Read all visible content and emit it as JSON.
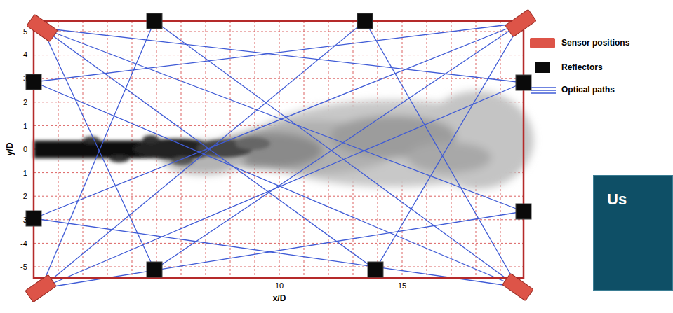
{
  "diagram": {
    "nodes": [
      {
        "text": [
          "Us"
        ]
      }
    ],
    "labels": [
      "5",
      "4",
      "3",
      "2",
      "1",
      "0",
      "-1",
      "-2",
      "-3",
      "-4",
      "-5",
      "y/D",
      "10",
      "15",
      "x/D"
    ],
    "legend": [
      {
        "text": "Sensor positions",
        "color": "#dd5448"
      },
      {
        "text": "Reflectors",
        "color": "#0a0a0a"
      },
      {
        "text": "Optical paths"
      }
    ]
  }
}
